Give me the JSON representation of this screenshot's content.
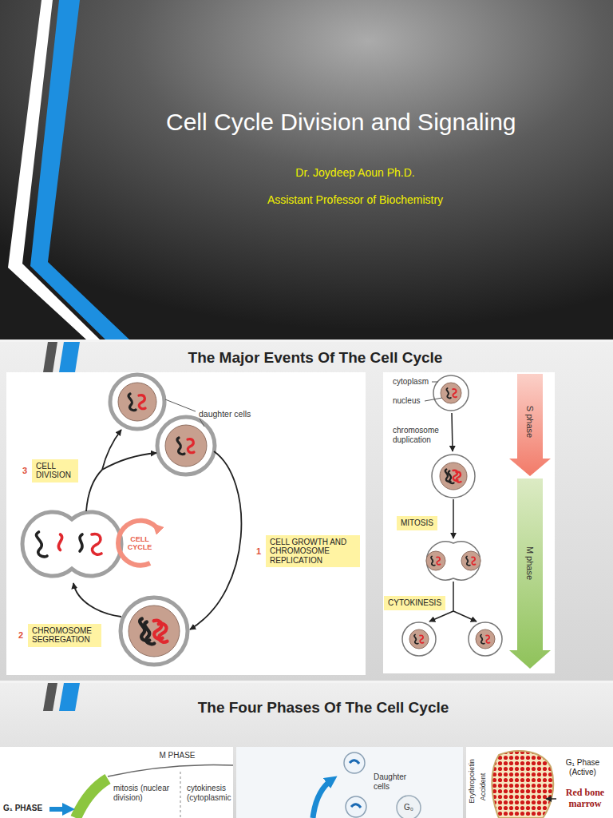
{
  "diagram": {
    "title": "Cell Cycle Division and Signaling",
    "nodes": [
      {
        "text": [
          "3",
          "CELL DIVISION"
        ]
      },
      {
        "text": [
          "1",
          "CELL GROWTH AND CHROMOSOME REPLICATION"
        ]
      },
      {
        "text": [
          "2",
          "CHROMOSOME SEGREGATION"
        ]
      },
      {
        "text": [
          "MITOSIS"
        ]
      },
      {
        "text": [
          "CYTOKINESIS"
        ]
      }
    ],
    "labels": [
      "Dr. Joydeep Aoun Ph.D.",
      "Assistant Professor of Biochemistry",
      "The Major Events Of The Cell Cycle",
      "daughter cells",
      "CELL CYCLE",
      "cytoplasm",
      "nucleus",
      "chromosome duplication",
      "S phase",
      "M phase",
      "The Four Phases Of The Cell Cycle",
      "M PHASE",
      "mitosis (nuclear division)",
      "cytokinesis (cytoplasmic",
      "G₁ PHASE",
      "Daughter cells",
      "G₀",
      "Erythropoietin",
      "Accident",
      "G₁ Phase (Active)",
      "Red bone marrow"
    ]
  }
}
